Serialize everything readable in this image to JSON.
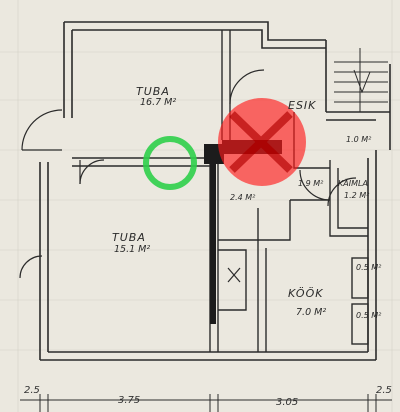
{
  "rooms": {
    "tuba_top": {
      "name": "TUBA",
      "area": "16.7 M²"
    },
    "tuba_bottom": {
      "name": "TUBA",
      "area": "15.1 M²"
    },
    "esik": {
      "name": "ESIK",
      "area": ""
    },
    "kook": {
      "name": "KÖÖK",
      "area": "7.0 M²"
    },
    "kaimla": {
      "name": "KÄIMLA",
      "area": "1.2 M²"
    }
  },
  "areas": {
    "a1": "1.0 M²",
    "a2": "1.9 M²",
    "a3": "2.4 M²",
    "a4": "0.5 M²",
    "a5": "0.5 M²"
  },
  "dimensions": [
    "2.5",
    "3.75",
    "3.05",
    "2.5"
  ],
  "annotations": {
    "green_circle_color": "#2fcf4a",
    "red_x_color": "#ff1a1a"
  }
}
